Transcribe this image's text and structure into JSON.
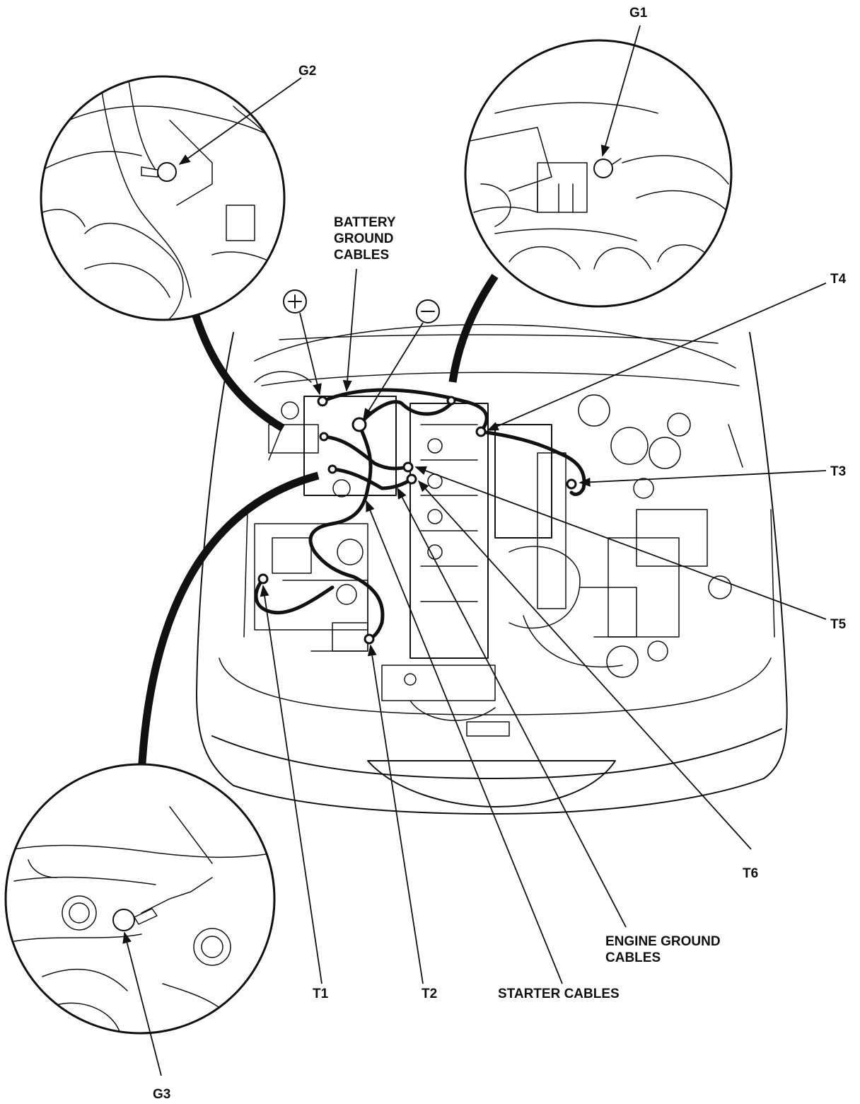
{
  "labels": {
    "g1": "G1",
    "g2": "G2",
    "g3": "G3",
    "t1": "T1",
    "t2": "T2",
    "t3": "T3",
    "t4": "T4",
    "t5": "T5",
    "t6": "T6",
    "battery_ground_cables": [
      "BATTERY",
      "GROUND",
      "CABLES"
    ],
    "engine_ground_cables": [
      "ENGINE GROUND",
      "CABLES"
    ],
    "starter_cables": "STARTER CABLES",
    "plus": "+",
    "minus": "−"
  },
  "colors": {
    "ink": "#111111",
    "paper": "#ffffff"
  }
}
